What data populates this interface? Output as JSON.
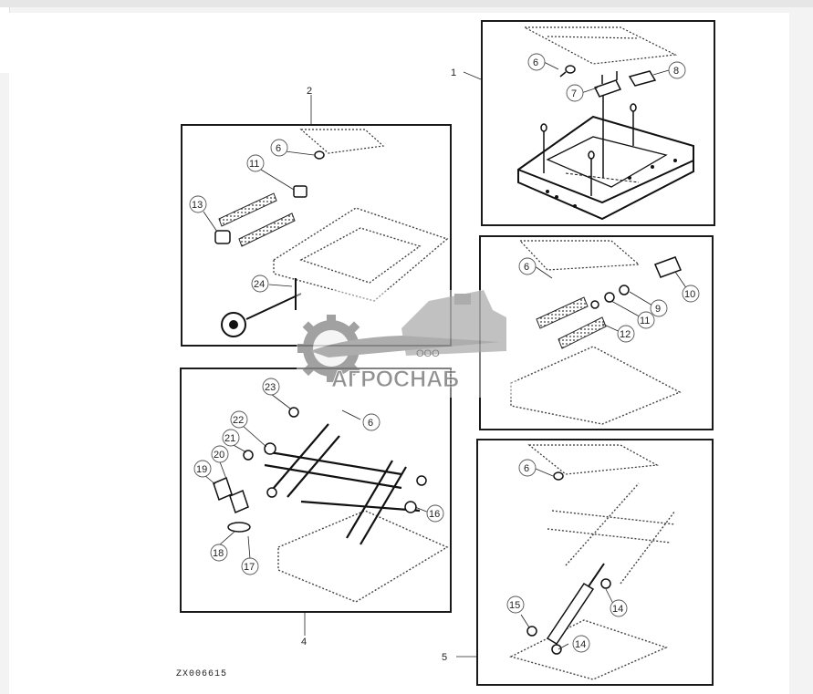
{
  "callouts": {
    "c1": "1",
    "c2": "2",
    "c4": "4",
    "c5": "5",
    "p1_6": "6",
    "p1_7": "7",
    "p1_8": "8",
    "p2_6": "6",
    "p2_11": "11",
    "p2_13": "13",
    "p2_24": "24",
    "p3_6": "6",
    "p3_9": "9",
    "p3_10": "10",
    "p3_11": "11",
    "p3_12": "12",
    "p4_6": "6",
    "p4_16": "16",
    "p4_17": "17",
    "p4_18": "18",
    "p4_19": "19",
    "p4_20": "20",
    "p4_21": "21",
    "p4_22": "22",
    "p4_23": "23",
    "p5_6": "6",
    "p5_14a": "14",
    "p5_14b": "14",
    "p5_15": "15"
  },
  "caption": "ZX006615",
  "watermark": {
    "company_prefix": "ООО",
    "company_name": "АГРОСНАБ"
  }
}
